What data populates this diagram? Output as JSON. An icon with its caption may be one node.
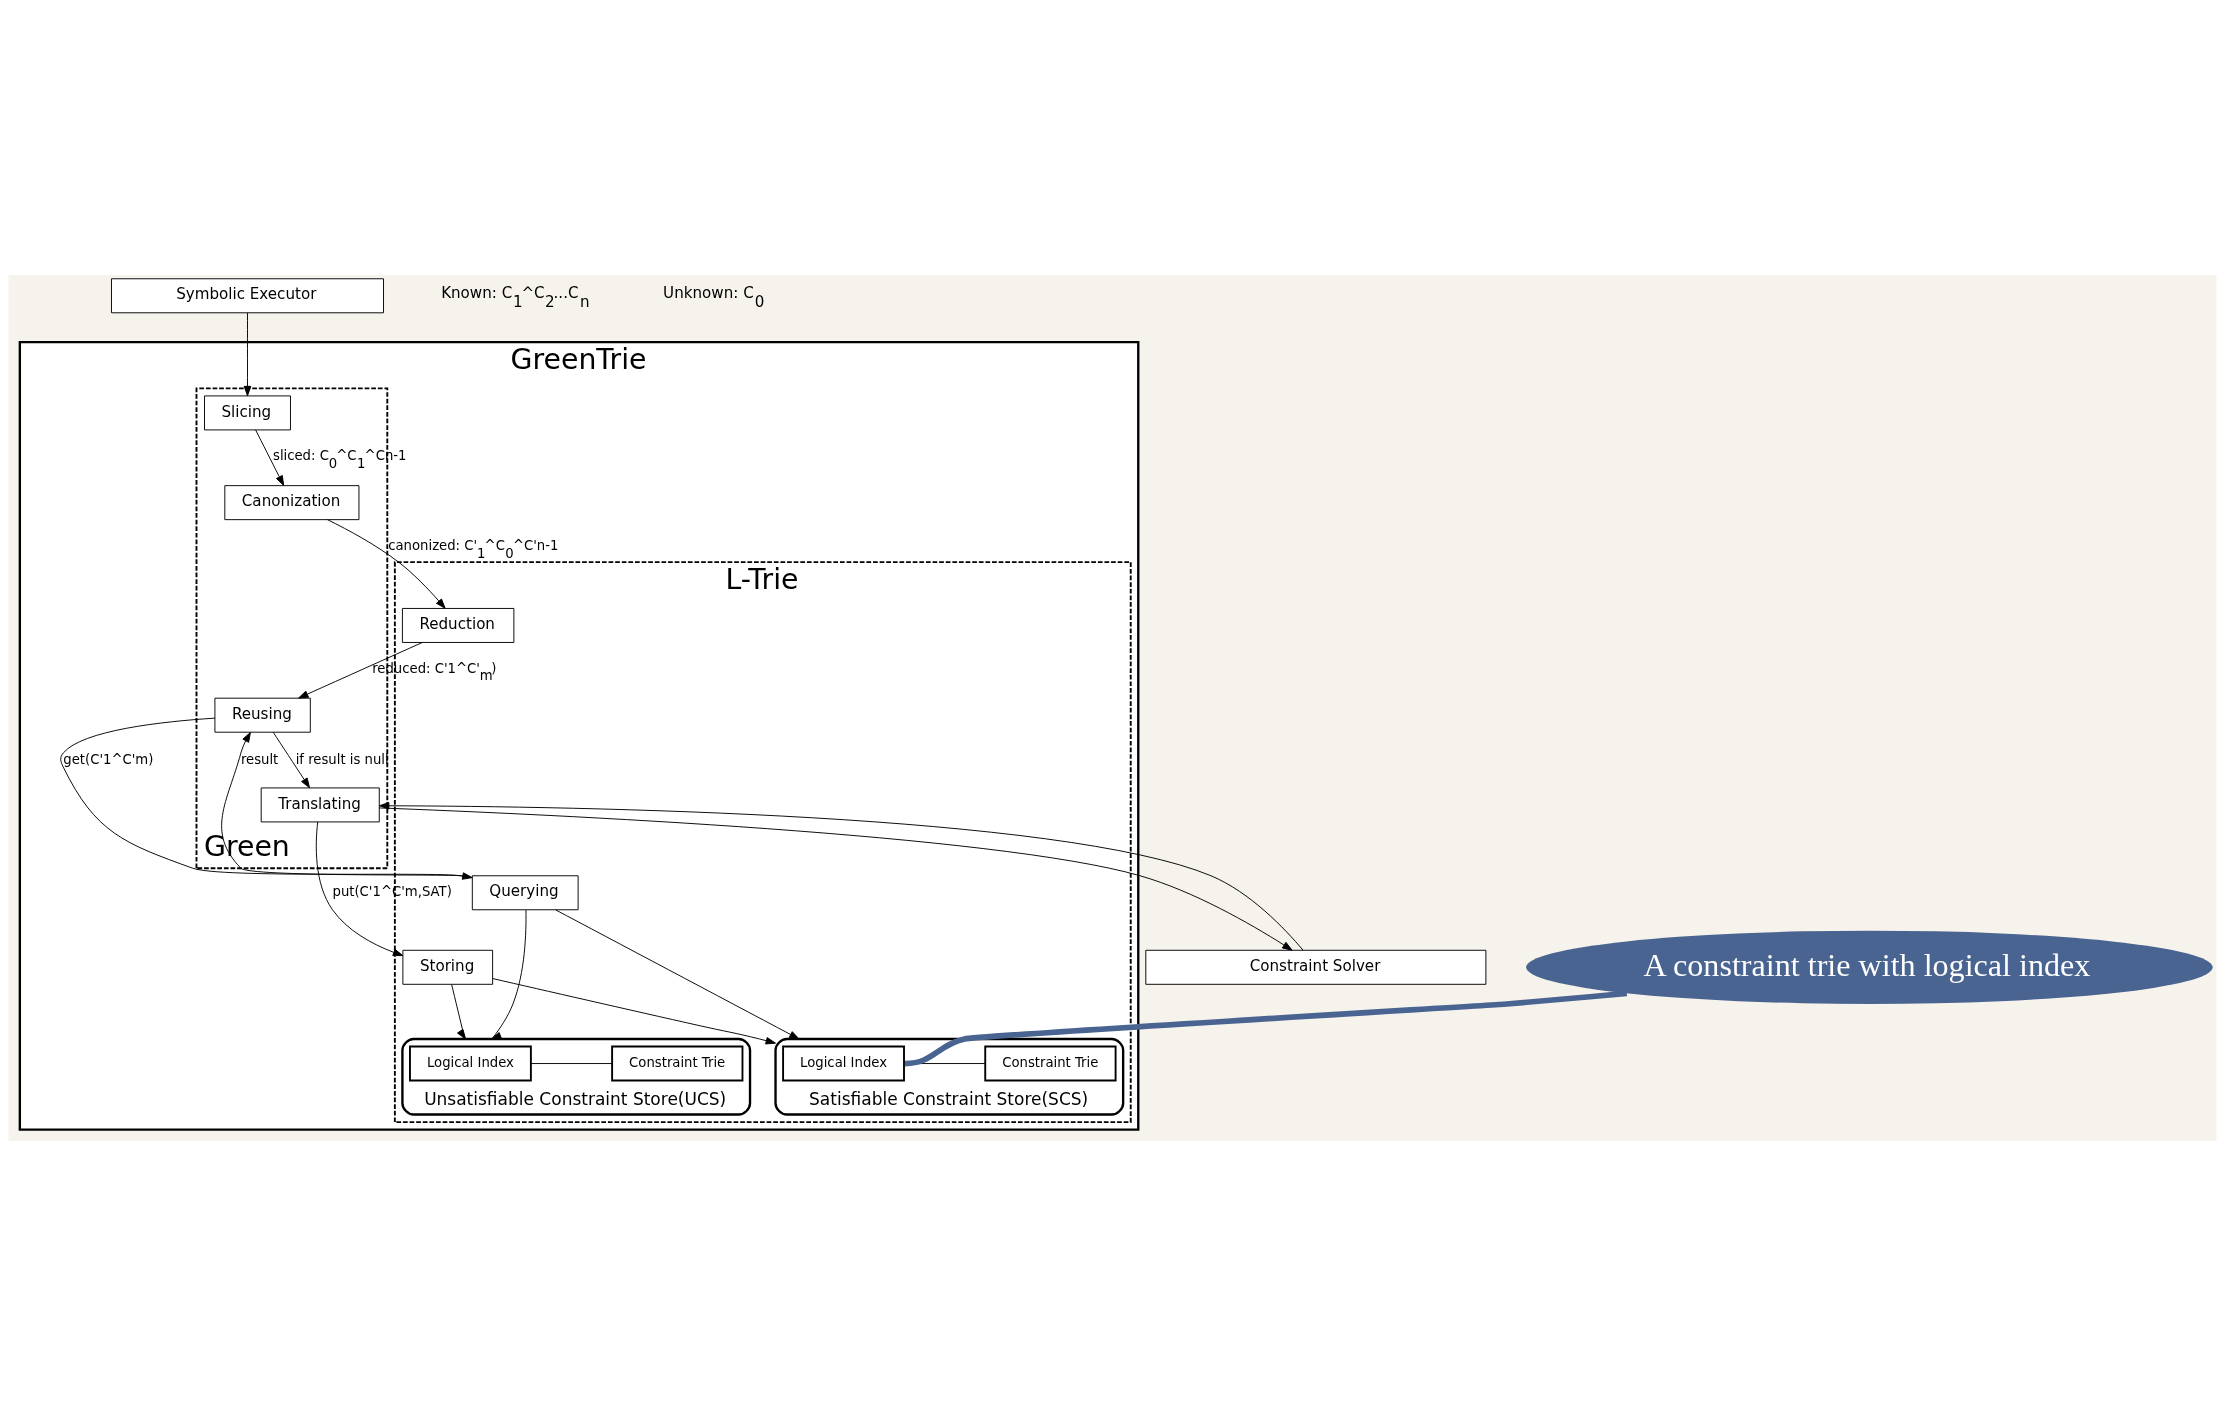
{
  "diagram": {
    "nodes": [
      {
        "text": [
          "Symbolic Executor"
        ]
      },
      {
        "text": [
          "GreenTrie"
        ]
      },
      {
        "text": [
          "Green"
        ],
        "in": 1
      },
      {
        "text": [
          "Slicing"
        ],
        "in": 2
      },
      {
        "text": [
          "Canonization"
        ],
        "in": 2
      },
      {
        "text": [
          "Reusing"
        ],
        "in": 2
      },
      {
        "text": [
          "Translating"
        ],
        "in": 2
      },
      {
        "text": [
          "L-Trie"
        ],
        "in": 1
      },
      {
        "text": [
          "Reduction"
        ],
        "in": 7
      },
      {
        "text": [
          "Querying"
        ],
        "in": 7
      },
      {
        "text": [
          "Storing"
        ],
        "in": 7
      },
      {
        "text": [
          "Satisfiable Constraint Store(SCS)"
        ],
        "in": 7
      },
      {
        "text": [
          "Logical Index"
        ],
        "in": 11
      },
      {
        "text": [
          "Constraint Trie"
        ],
        "in": 11
      },
      {
        "text": [
          "Unsatisfiable Constraint Store(UCS)"
        ],
        "in": 7
      },
      {
        "text": [
          "Logical Index"
        ],
        "in": 14
      },
      {
        "text": [
          "Constraint Trie"
        ],
        "in": 14
      },
      {
        "text": [
          "Constraint Solver"
        ]
      },
      {
        "text": [
          "A constraint trie with logical index"
        ]
      }
    ],
    "edges": [
      {
        "from": 0,
        "to": 3,
        "arrow": "to"
      },
      {
        "from": 3,
        "to": 4,
        "arrow": "to",
        "label": "sliced: C$_{0}$^C$_{1}$^Cn-1"
      },
      {
        "from": 4,
        "to": 8,
        "arrow": "to",
        "label": "canonized: C'$_{1}$^C$_{0}$^C'n-1"
      },
      {
        "from": 8,
        "to": 5,
        "arrow": "to",
        "label": "reduced: C'1^C'$_{m}$)"
      },
      {
        "from": 5,
        "to": 9,
        "arrow": "to",
        "label": "get(C'1^C'm)"
      },
      {
        "from": 9,
        "to": 5,
        "arrow": "to",
        "label": "result"
      },
      {
        "from": 5,
        "to": 6,
        "arrow": "to",
        "label": "if result is null"
      },
      {
        "from": 6,
        "to": 10,
        "arrow": "to",
        "label": "put(C'1^C'm,SAT)"
      },
      {
        "from": 6,
        "to": 17,
        "arrow": "to"
      },
      {
        "from": 17,
        "to": 6,
        "arrow": "to"
      },
      {
        "from": 9,
        "to": 11,
        "arrow": "to"
      },
      {
        "from": 9,
        "to": 14,
        "arrow": "to"
      },
      {
        "from": 10,
        "to": 11,
        "arrow": "to"
      },
      {
        "from": 10,
        "to": 14,
        "arrow": "to"
      },
      {
        "from": 12,
        "to": 13,
        "arrow": "none"
      },
      {
        "from": 15,
        "to": 16,
        "arrow": "none"
      },
      {
        "from": 18,
        "to": 12,
        "arrow": "none",
        "color": "#4a6491",
        "style": "thick"
      }
    ],
    "labels": [
      "Known: C$_{1}$^C$_{2}$...C$_{n}$",
      "Unknown: C$_{0}$"
    ]
  }
}
